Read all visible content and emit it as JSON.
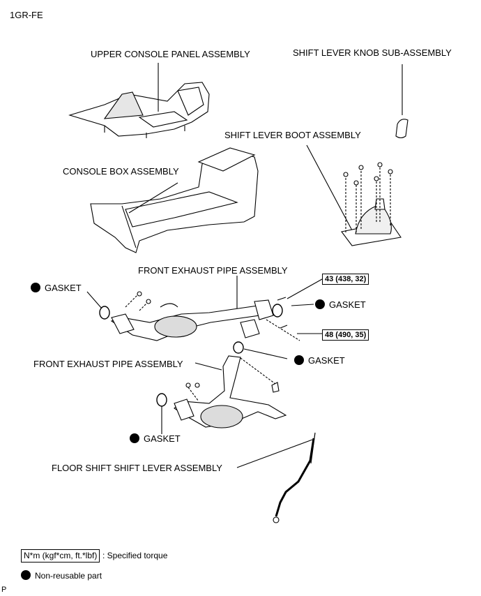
{
  "header": {
    "engine": "1GR-FE"
  },
  "labels": {
    "upper_console_panel": "UPPER CONSOLE PANEL ASSEMBLY",
    "shift_lever_knob": "SHIFT LEVER KNOB SUB-ASSEMBLY",
    "shift_lever_boot": "SHIFT LEVER BOOT ASSEMBLY",
    "console_box": "CONSOLE BOX ASSEMBLY",
    "front_exhaust_pipe_1": "FRONT EXHAUST PIPE ASSEMBLY",
    "front_exhaust_pipe_2": "FRONT EXHAUST PIPE ASSEMBLY",
    "gasket_left": "GASKET",
    "gasket_right_upper": "GASKET",
    "gasket_right_lower": "GASKET",
    "gasket_bottom": "GASKET",
    "floor_shift_lever": "FLOOR SHIFT SHIFT LEVER ASSEMBLY"
  },
  "torques": {
    "upper": "43 (438, 32)",
    "lower": "48 (490, 35)"
  },
  "legend": {
    "torque_unit": "N*m (kgf*cm, ft.*lbf)",
    "torque_desc": ": Specified torque",
    "nonreusable_desc": "Non-reusable part"
  },
  "footer": {
    "code": "P"
  },
  "colors": {
    "ink": "#000000",
    "part_fill": "#ffffff",
    "shade": "#bfbfbf"
  }
}
